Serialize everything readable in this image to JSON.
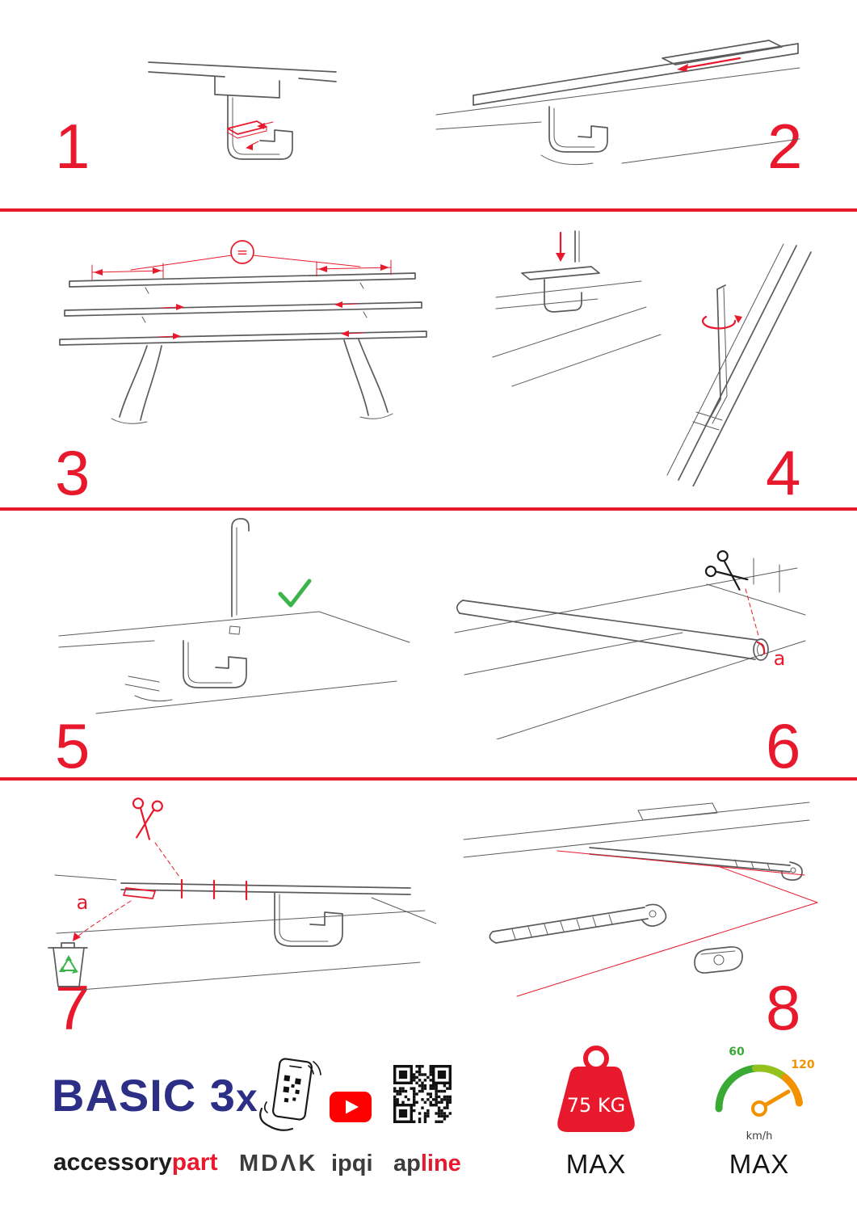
{
  "colors": {
    "accent_red": "#e8192c",
    "brand_blue": "#2d2f87",
    "line_gray": "#5b5b5e",
    "check_green": "#3bb54a",
    "gauge_green": "#3aaa35",
    "gauge_lime": "#95c11f",
    "gauge_orange": "#f39200",
    "youtube_red": "#ff0000"
  },
  "steps": [
    {
      "number": "1"
    },
    {
      "number": "2"
    },
    {
      "number": "3",
      "equal_label": "="
    },
    {
      "number": "4"
    },
    {
      "number": "5"
    },
    {
      "number": "6",
      "cut_label": "a"
    },
    {
      "number": "7",
      "cut_label": "a"
    },
    {
      "number": "8"
    }
  ],
  "icons": {
    "step5": "check-icon",
    "step6": "scissors-icon",
    "step7": [
      "scissors-icon",
      "trash-icon",
      "recycle-icon"
    ],
    "footer": [
      "phone-qr-scan-icon",
      "youtube-play-icon",
      "qr-code-icon",
      "max-load-weight-icon",
      "speedometer-icon"
    ]
  },
  "footer": {
    "brand_name": "BASIC 3",
    "brand_suffix": "x",
    "byline_black": "accessory",
    "byline_red": "part",
    "partner_phone": "MDΛK",
    "partner_video": "ipqi",
    "partner_qr_black": "ap",
    "partner_qr_red": "line",
    "weight": {
      "value": "75 KG",
      "label": "MAX"
    },
    "speed": {
      "low": "60",
      "high": "120",
      "unit": "km/h",
      "label": "MAX"
    }
  }
}
